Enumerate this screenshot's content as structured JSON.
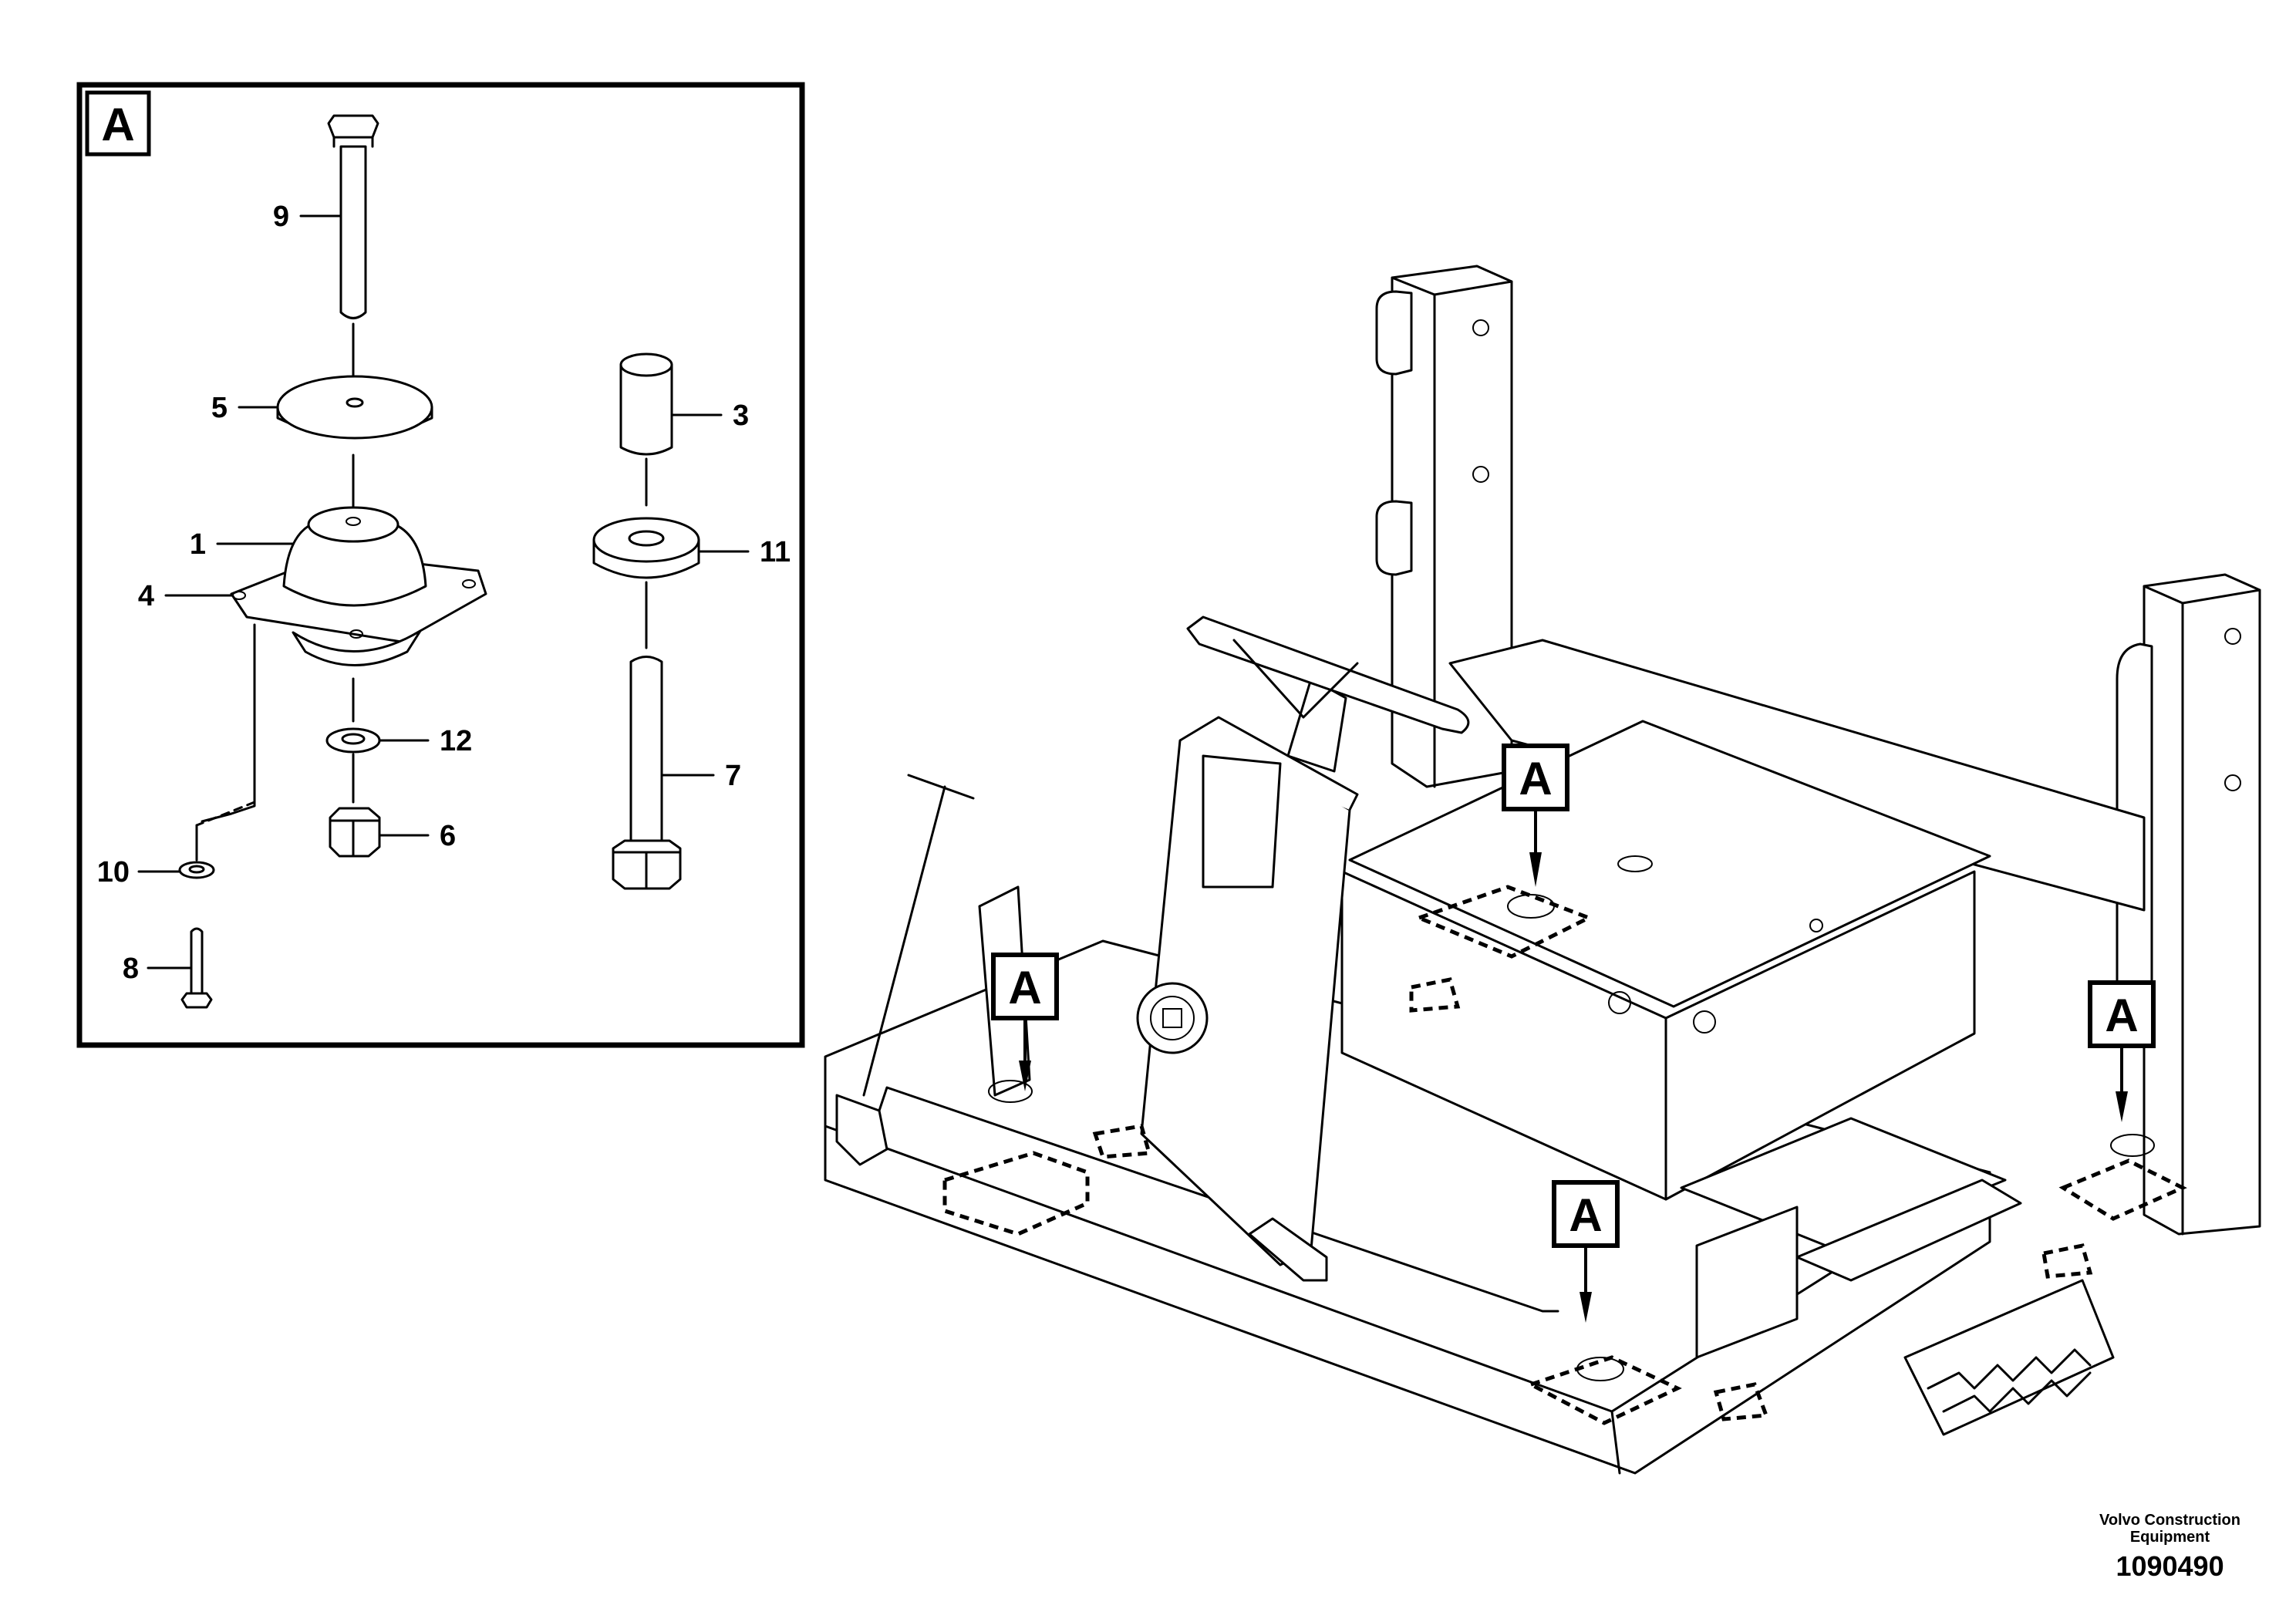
{
  "detail_view": {
    "view_letter": "A",
    "callouts": [
      "9",
      "5",
      "3",
      "1",
      "11",
      "4",
      "12",
      "7",
      "6",
      "10",
      "8"
    ]
  },
  "overview": {
    "view_markers": [
      "A",
      "A",
      "A",
      "A"
    ]
  },
  "footer": {
    "brand_line1": "Volvo Construction",
    "brand_line2": "Equipment",
    "drawing_number": "1090490"
  }
}
